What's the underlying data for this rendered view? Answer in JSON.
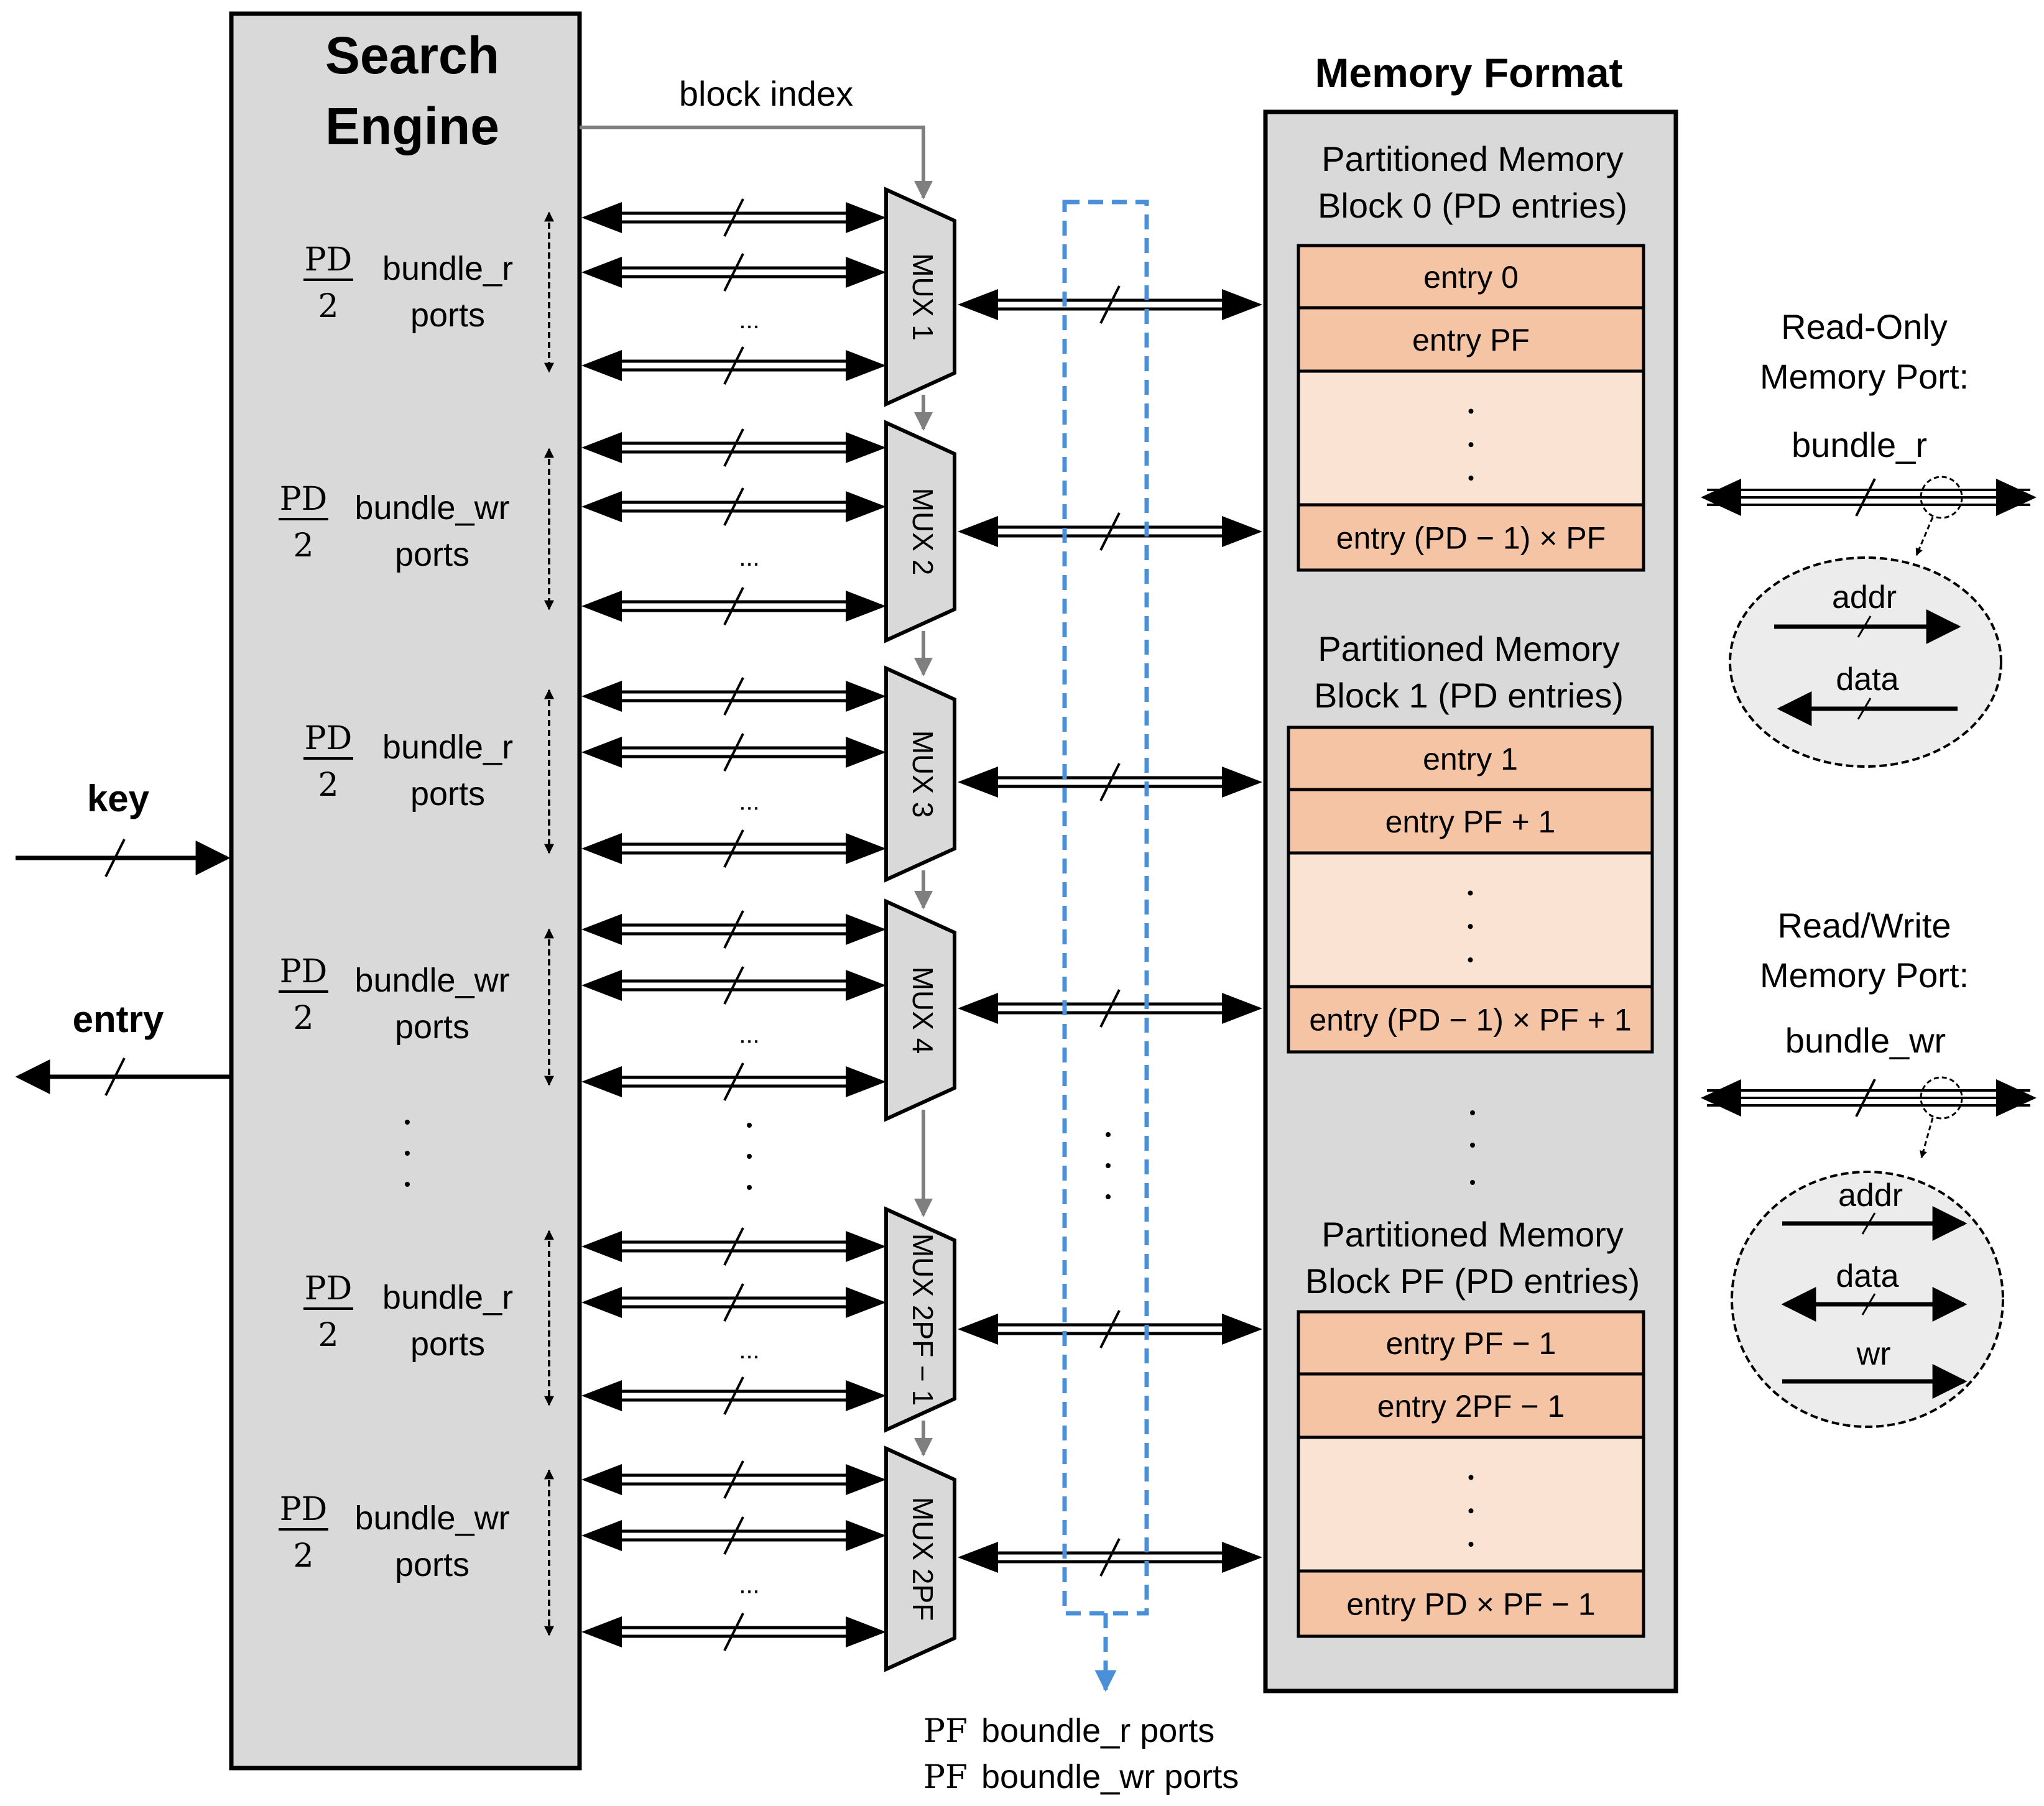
{
  "search_engine": {
    "title_line1": "Search",
    "title_line2": "Engine",
    "groups": [
      {
        "frac_num": "PD",
        "frac_den": "2",
        "name": "bundle_r",
        "suffix": "ports"
      },
      {
        "frac_num": "PD",
        "frac_den": "2",
        "name": "bundle_wr",
        "suffix": "ports"
      },
      {
        "frac_num": "PD",
        "frac_den": "2",
        "name": "bundle_r",
        "suffix": "ports"
      },
      {
        "frac_num": "PD",
        "frac_den": "2",
        "name": "bundle_wr",
        "suffix": "ports"
      },
      {
        "frac_num": "PD",
        "frac_den": "2",
        "name": "bundle_r",
        "suffix": "ports"
      },
      {
        "frac_num": "PD",
        "frac_den": "2",
        "name": "bundle_wr",
        "suffix": "ports"
      }
    ]
  },
  "io": {
    "key": "key",
    "entry": "entry"
  },
  "block_index": "block index",
  "ellipsis": "...",
  "muxes": [
    "MUX 1",
    "MUX 2",
    "MUX 3",
    "MUX 4",
    "MUX 2PF − 1",
    "MUX 2PF"
  ],
  "memory": {
    "title": "Memory Format",
    "blocks": [
      {
        "title1": "Partitioned Memory",
        "title2": "Block 0 (PD entries)",
        "entries": [
          "entry 0",
          "entry PF",
          "entry (PD − 1) × PF"
        ]
      },
      {
        "title1": "Partitioned Memory",
        "title2": "Block 1 (PD entries)",
        "entries": [
          "entry 1",
          "entry PF + 1",
          "entry (PD − 1) × PF + 1"
        ]
      },
      {
        "title1": "Partitioned Memory",
        "title2": "Block PF (PD entries)",
        "entries": [
          "entry PF − 1",
          "entry 2PF − 1",
          "entry PD × PF − 1"
        ]
      }
    ]
  },
  "legend": {
    "ro_title1": "Read-Only",
    "ro_title2": "Memory Port:",
    "ro_bundle": "bundle_r",
    "ro_signals": [
      "addr",
      "data"
    ],
    "rw_title1": "Read/Write",
    "rw_title2": "Memory Port:",
    "rw_bundle": "bundle_wr",
    "rw_signals": [
      "addr",
      "data",
      "wr"
    ]
  },
  "bottom": {
    "line1_a": "PF",
    "line1_b": "boundle_r ports",
    "line2_a": "PF",
    "line2_b": "boundle_wr ports"
  },
  "colors": {
    "box_fill": "#d9d9d9",
    "entry_dark": "#f4c4a4",
    "entry_light": "#fbe3d4",
    "highlight": "#4a90d9",
    "gray_line": "#7f7f7f"
  }
}
